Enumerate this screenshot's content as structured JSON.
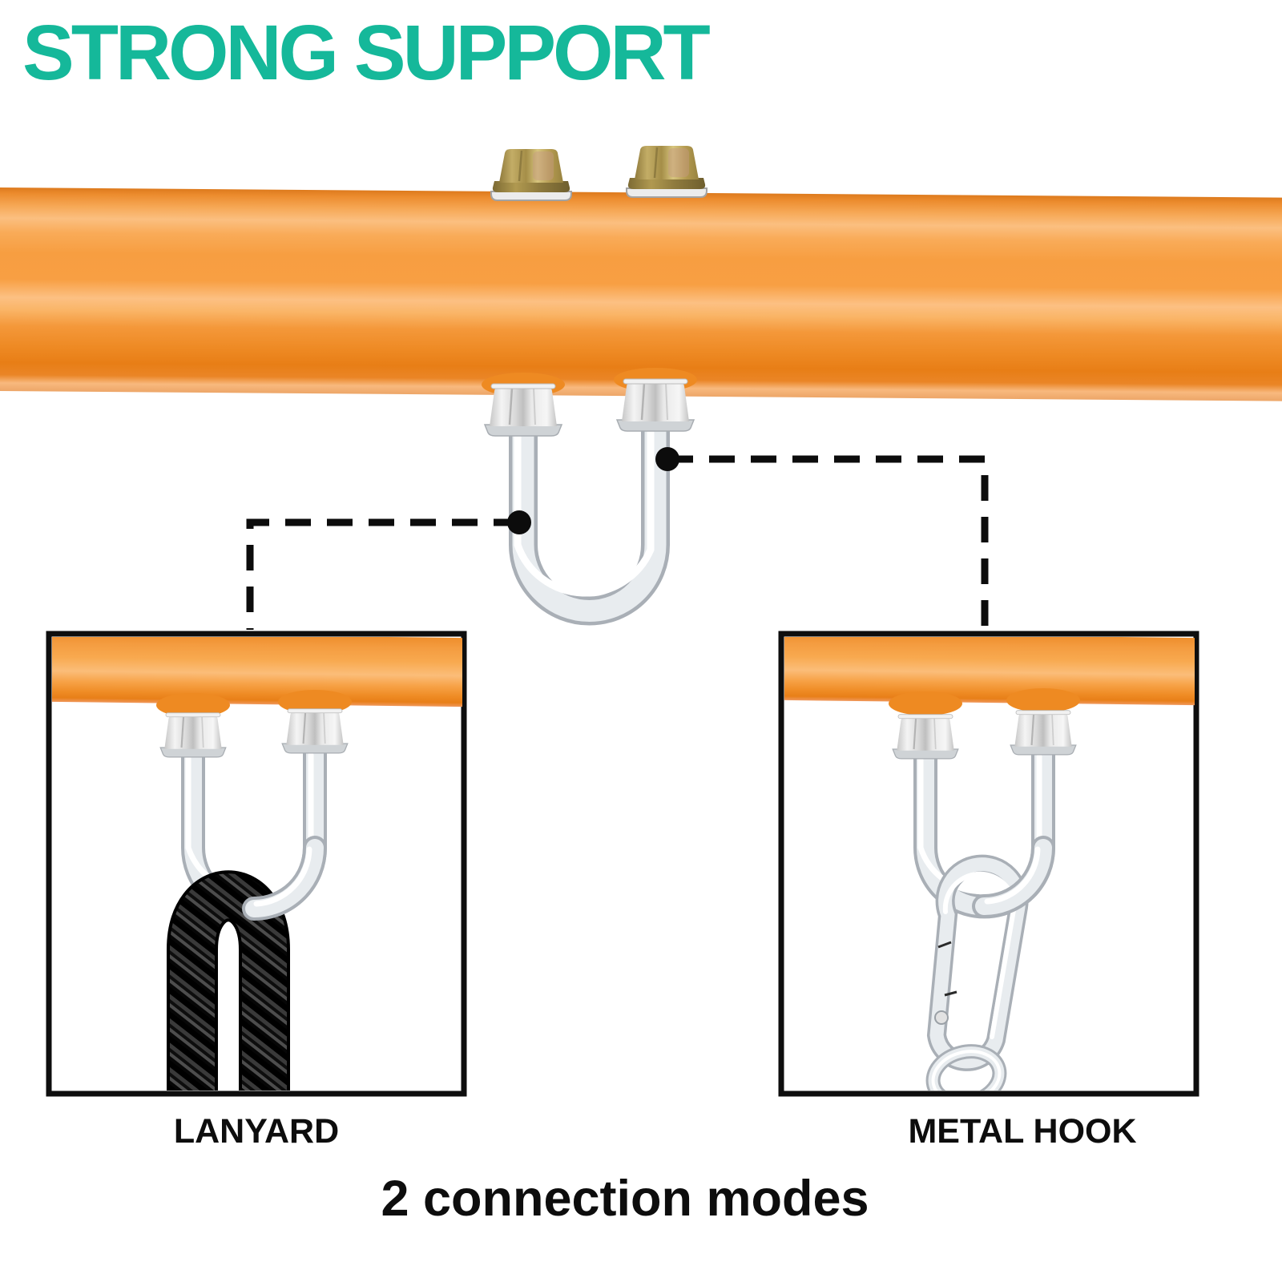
{
  "title": {
    "text": "STRONG SUPPORT"
  },
  "insets": [
    {
      "label": "LANYARD",
      "content": "rope-through-u-bolt"
    },
    {
      "label": "METAL HOOK",
      "content": "carabiner-through-u-bolt"
    }
  ],
  "caption": "2 connection modes",
  "colors": {
    "teal": "#15b89a",
    "bar_orange": "#f79e41",
    "outline_black": "#0d0d0d",
    "chrome": "#e8ecef",
    "brass": "#c3ad66",
    "rope_black": "#141414"
  }
}
